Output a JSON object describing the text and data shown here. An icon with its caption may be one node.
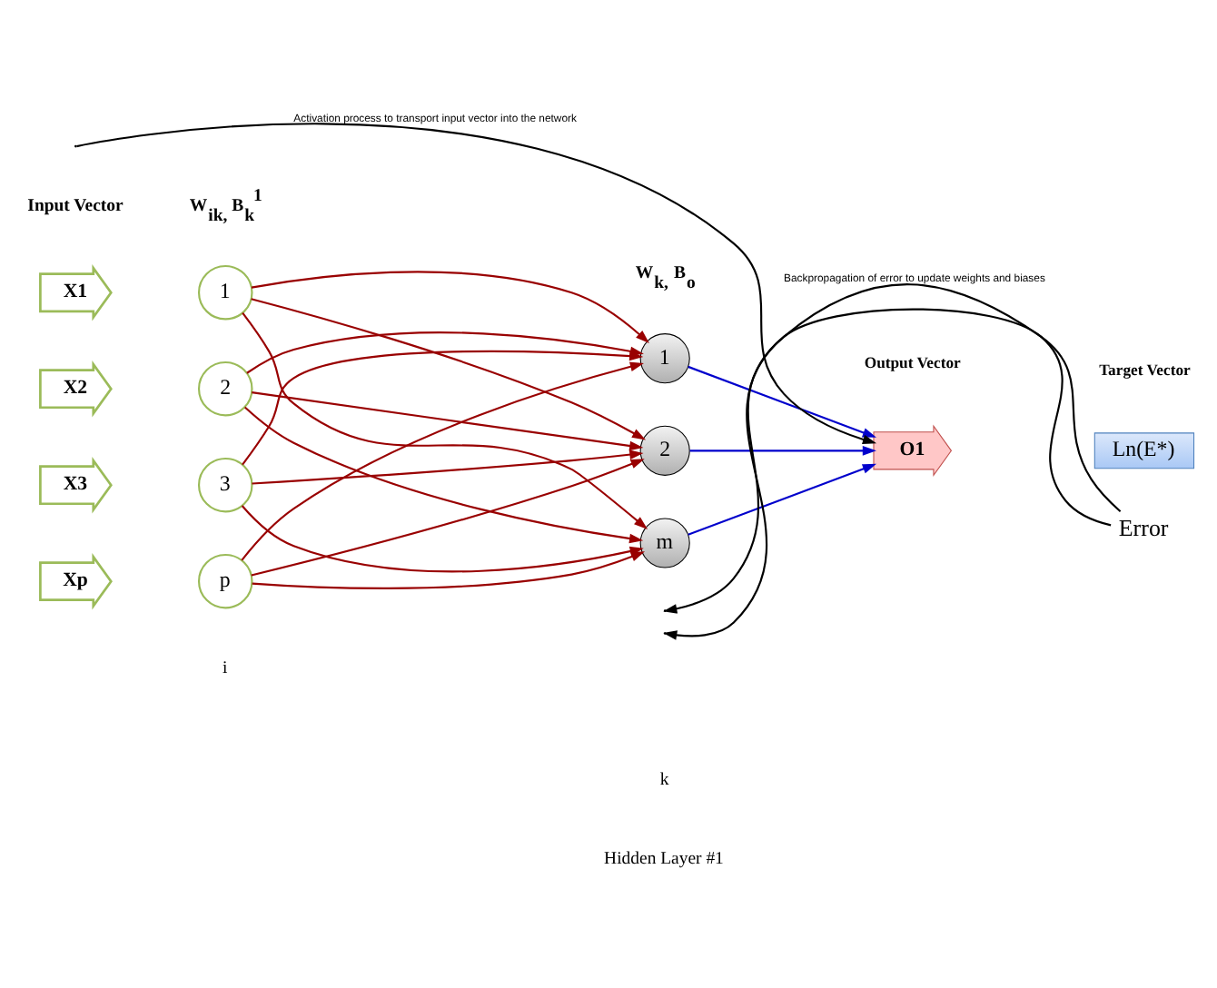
{
  "diagram": {
    "nodes": [
      {
        "text": [
          "X1"
        ]
      },
      {
        "text": [
          "X2"
        ]
      },
      {
        "text": [
          "X3"
        ]
      },
      {
        "text": [
          "Xp"
        ]
      },
      {
        "text": [
          "1"
        ]
      },
      {
        "text": [
          "2"
        ]
      },
      {
        "text": [
          "3"
        ]
      },
      {
        "text": [
          "p"
        ]
      },
      {
        "text": [
          "1"
        ]
      },
      {
        "text": [
          "2"
        ]
      },
      {
        "text": [
          "m"
        ]
      },
      {
        "text": [
          "O1"
        ],
        "beside": [
          "Output Vector"
        ]
      },
      {
        "text": [
          "Ln(E*)"
        ],
        "beside": [
          "Target Vector"
        ]
      },
      {
        "text": [
          "Error"
        ]
      }
    ],
    "edges": [
      {
        "from": 4,
        "to": 8,
        "arrow": "to"
      },
      {
        "from": 4,
        "to": 9,
        "arrow": "to"
      },
      {
        "from": 4,
        "to": 10,
        "arrow": "to"
      },
      {
        "from": 5,
        "to": 8,
        "arrow": "to"
      },
      {
        "from": 5,
        "to": 9,
        "arrow": "to"
      },
      {
        "from": 5,
        "to": 10,
        "arrow": "to"
      },
      {
        "from": 6,
        "to": 8,
        "arrow": "to"
      },
      {
        "from": 6,
        "to": 9,
        "arrow": "to"
      },
      {
        "from": 6,
        "to": 10,
        "arrow": "to"
      },
      {
        "from": 7,
        "to": 8,
        "arrow": "to"
      },
      {
        "from": 7,
        "to": 9,
        "arrow": "to"
      },
      {
        "from": 7,
        "to": 10,
        "arrow": "to"
      },
      {
        "from": 8,
        "to": 11,
        "arrow": "to",
        "color": "#0000cc"
      },
      {
        "from": 9,
        "to": 11,
        "arrow": "to",
        "color": "#0000cc"
      },
      {
        "from": 10,
        "to": 11,
        "arrow": "to",
        "color": "#0000cc"
      },
      {
        "from": null,
        "to": 11,
        "arrow": "to",
        "label": "Activation process to transport input vector into the network",
        "color": "#000000"
      },
      {
        "from": 13,
        "to": null,
        "arrow": "to",
        "label": "Backpropagation of error to update weights and biases",
        "color": "#000000"
      },
      {
        "from": 13,
        "to": null,
        "arrow": "to",
        "color": "#000000"
      }
    ],
    "labels": [
      "Input Vector",
      "W$_{ik,}$ B$_{k}$$^{1}$",
      "W$_{k,}$ B$_{o}$",
      "k",
      "i",
      "Hidden Layer #1"
    ]
  }
}
